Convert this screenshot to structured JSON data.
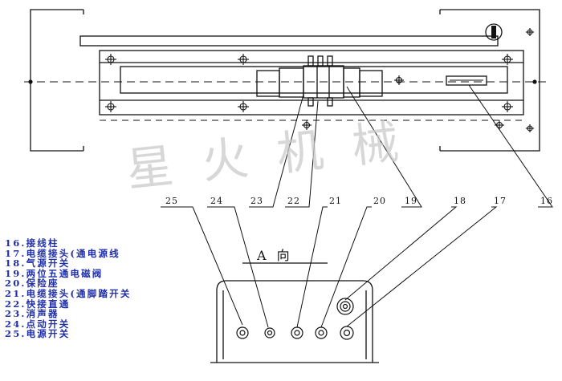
{
  "watermark": "星火机械",
  "view_label": "A 向",
  "callouts": [
    "25",
    "24",
    "23",
    "22",
    "21",
    "20",
    "19",
    "18",
    "17",
    "16"
  ],
  "legend": [
    "16.接线柱",
    "17.电缆接头(通电源线",
    "18.气源开关",
    "19.两位五通电磁阀",
    "20.保险座",
    "21.电缆接头(通脚踏开关",
    "22.快接直通",
    "23.消声器",
    "24.点动开关",
    "25.电源开关"
  ],
  "colors": {
    "line": "#111111",
    "legend": "#1f2fa8",
    "watermark": "#c9c9c9"
  }
}
